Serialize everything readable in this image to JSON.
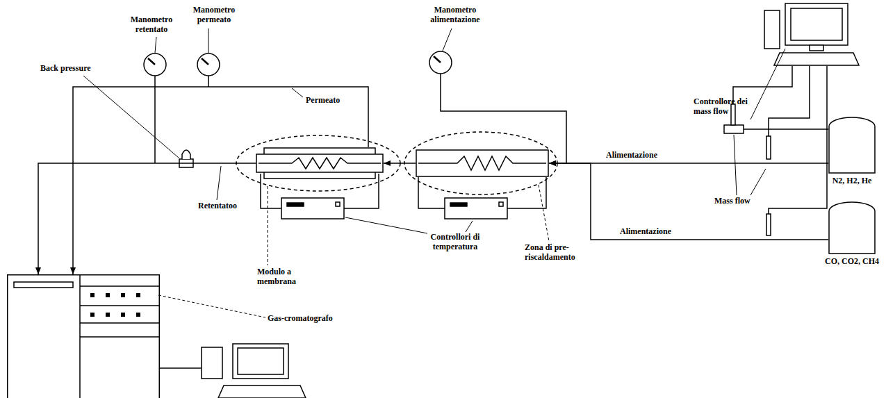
{
  "diagram": {
    "nodes": [
      {
        "text": [
          "N2, H2, He"
        ]
      },
      {
        "text": [
          "CO, CO2, CH4"
        ]
      },
      {
        "text": [
          "Zona di pre-riscaldamento"
        ]
      },
      {
        "text": [
          "Modulo a membrana"
        ]
      },
      {
        "text": [
          "Gas-cromatografo"
        ]
      }
    ],
    "edges": [
      {
        "from": 0,
        "to": 2,
        "arrow": "to",
        "label": "Alimentazione"
      },
      {
        "from": 1,
        "to": 2,
        "arrow": "to",
        "label": "Alimentazione"
      },
      {
        "from": 2,
        "to": 3,
        "arrow": "to"
      },
      {
        "from": 3,
        "to": 4,
        "arrow": "to",
        "label": "Retentatoo"
      },
      {
        "from": 3,
        "to": 4,
        "arrow": "to",
        "label": "Permeato"
      }
    ],
    "labels": [
      "Manometro retentato",
      "Manometro permeato",
      "Manometro alimentazione",
      "Back pressure",
      "Controllore dei mass flow",
      "Mass flow",
      "Controllori di temperatura"
    ]
  }
}
